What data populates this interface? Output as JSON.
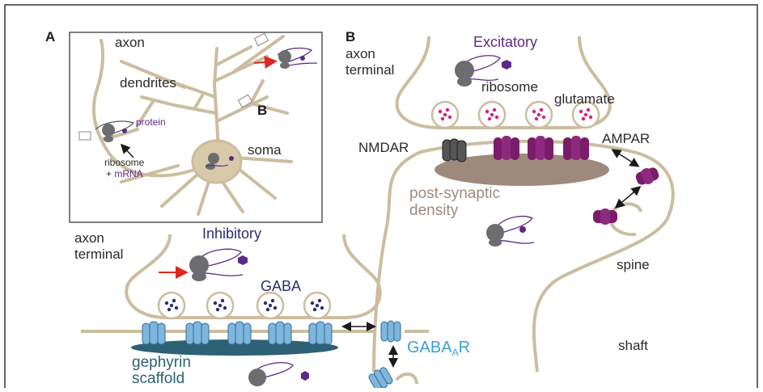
{
  "panelA": {
    "label": "A",
    "axon": "axon",
    "dendrites": "dendrites",
    "soma": "soma",
    "zoom_b": "B",
    "protein": "protein",
    "ribosome": "ribosome",
    "mrna_prefix": "+ ",
    "mrna": "mRNA"
  },
  "panelB": {
    "label": "B",
    "excitatory": {
      "title": "Excitatory",
      "axon": "axon",
      "terminal": "terminal",
      "ribosome": "ribosome",
      "glutamate": "glutamate",
      "nmdar": "NMDAR",
      "ampar": "AMPAR",
      "psd_line1": "post-synaptic",
      "psd_line2": "density",
      "spine": "spine",
      "shaft": "shaft"
    },
    "inhibitory": {
      "title": "Inhibitory",
      "axon": "axon",
      "terminal": "terminal",
      "gaba": "GABA",
      "gabaar_main": "GABA",
      "gabaar_sub": "A",
      "gabaar_end": "R",
      "gephyrin_line1": "gephyrin",
      "gephyrin_line2": "scaffold"
    }
  },
  "colors": {
    "membrane": "#cbbd9f",
    "ribosome": "#6d6d70",
    "protein": "#5c2a84",
    "glutamate": "#d6227c",
    "ampar": "#7a1c6a",
    "nmdar": "#555555",
    "psd": "#9e8a7c",
    "gaba": "#2a2f6e",
    "gabaar": "#7fb6dc",
    "gabaar_text": "#3aa0d6",
    "gephyrin": "#2d6175",
    "red_arrow": "#e0261e",
    "soma_fill": "#d8c9a8"
  }
}
